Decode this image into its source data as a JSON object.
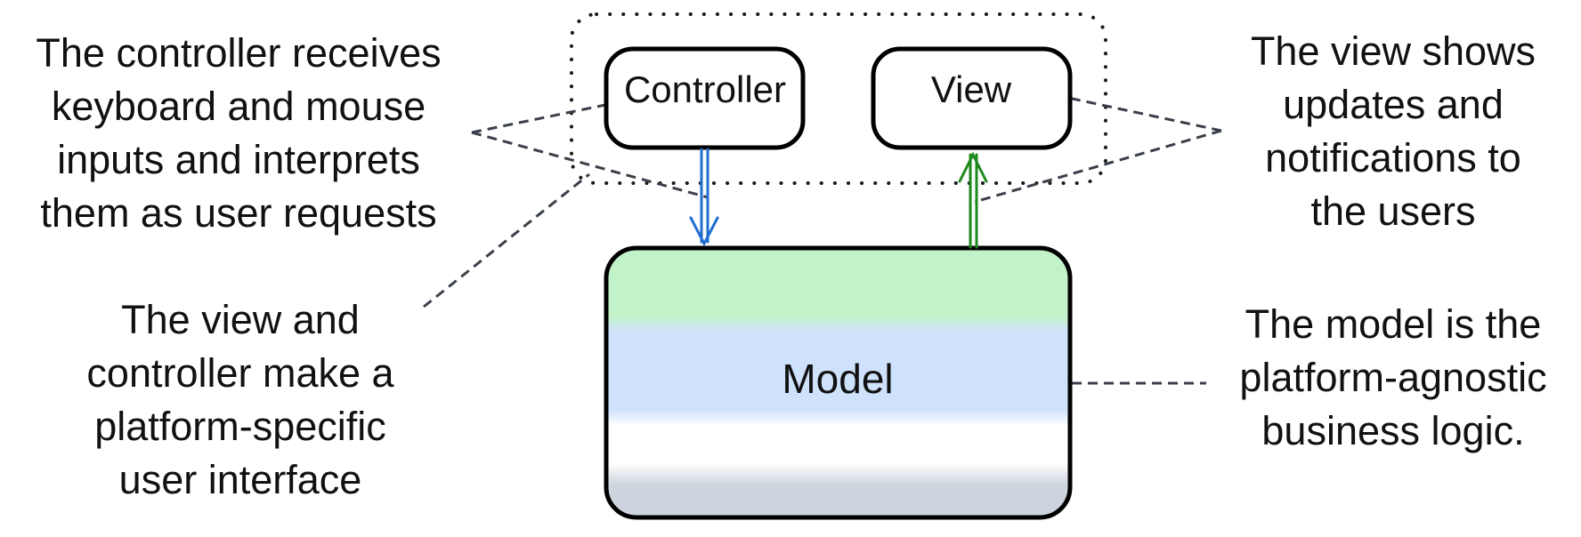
{
  "boxes": {
    "controller": "Controller",
    "view": "View",
    "model": "Model"
  },
  "captions": {
    "controller": [
      "The controller receives",
      "keyboard and mouse",
      "inputs and interprets",
      "them as user requests"
    ],
    "view": [
      "The view shows",
      "updates and",
      "notifications to",
      "the users"
    ],
    "platform": [
      "The view and",
      "controller make a",
      "platform-specific",
      "user interface"
    ],
    "model": [
      "The model is the",
      "platform-agnostic",
      "business logic."
    ]
  },
  "colors": {
    "controller_arrow": "#1f6fd1",
    "view_arrow": "#1e8a1e",
    "dashed_leader": "#3a3f4a",
    "model_gradient": [
      "#c2f3c8",
      "#cfe2fb",
      "#ffffff",
      "#cdd4dd"
    ]
  }
}
